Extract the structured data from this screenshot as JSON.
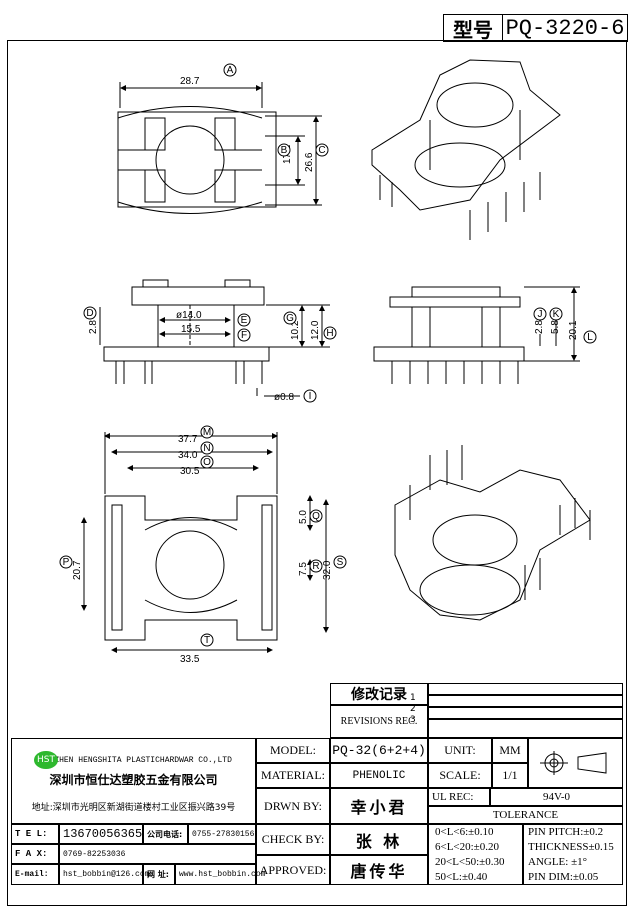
{
  "title": {
    "type_label": "型号",
    "model": "PQ-3220-6"
  },
  "dimensions": {
    "A": "28.7",
    "B": "17.2",
    "C": "26.6",
    "D": "2.8",
    "E": "ø14.0",
    "F": "15.5",
    "G": "10.2",
    "H": "12.0",
    "I": "ø0.8",
    "J": "2.8",
    "K": "5.8",
    "L": "20.1",
    "M": "37.7",
    "N": "34.0",
    "O": "30.5",
    "P": "20.7",
    "Q": "5.0",
    "R": "7.5",
    "S": "32.0",
    "T": "33.5"
  },
  "callouts": [
    "A",
    "B",
    "C",
    "D",
    "E",
    "F",
    "G",
    "H",
    "I",
    "J",
    "K",
    "L",
    "M",
    "N",
    "O",
    "P",
    "Q",
    "R",
    "S",
    "T"
  ],
  "revisions": {
    "title_cn": "修改记录",
    "title_en": "REVISIONS REC.",
    "rows": [
      "1",
      "2",
      "3"
    ]
  },
  "company": {
    "logo": "HST",
    "name_en": "SHENZHEN HENGSHITA PLASTICHARDWAR CO.,LTD",
    "name_cn": "深圳市恒仕达塑胶五金有限公司",
    "address_label": "地址:",
    "address": "深圳市光明区新湖街道楼村工业区振兴路39号",
    "tel_label": "T E L:",
    "tel": "13670056365",
    "company_tel_label": "公司电话:",
    "company_tel": "0755-27830156",
    "fax_label": "F A X:",
    "fax": "0769-82253036",
    "email_label": "E-mail:",
    "email": "hst_bobbin@126.com",
    "web_label": "网 址:",
    "web": "www.hst_bobbin.com"
  },
  "fields": {
    "model_label": "MODEL:",
    "model": "PQ-32(6+2+4)",
    "material_label": "MATERIAL:",
    "material": "PHENOLIC",
    "drawn_label": "DRWN BY:",
    "drawn": "幸小君",
    "check_label": "CHECK BY:",
    "check": "张 林",
    "approved_label": "APPROVED:",
    "approved": "唐传华",
    "unit_label": "UNIT:",
    "unit": "MM",
    "scale_label": "SCALE:",
    "scale": "1/1",
    "ul_label": "UL REC:",
    "ul": "94V-0",
    "tolerance_label": "TOLERANCE"
  },
  "tolerances": [
    "0<L<6:±0.10",
    "6<L<20:±0.20",
    "20<L<50:±0.30",
    "50<L:±0.40"
  ],
  "tolerances_right": [
    "PIN PITCH:±0.2",
    "THICKNESS±0.15",
    "ANGLE: ±1°",
    "PIN DIM:±0.05"
  ]
}
